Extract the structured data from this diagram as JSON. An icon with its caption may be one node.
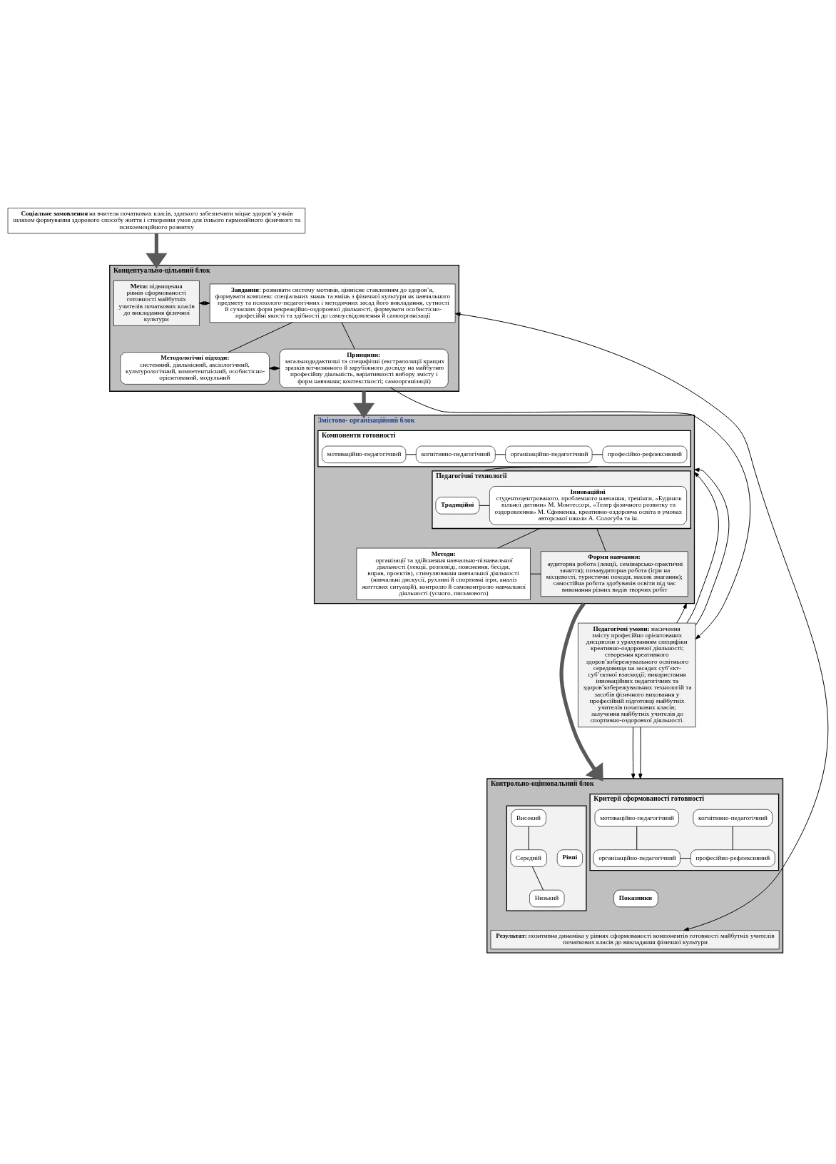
{
  "diagram": {
    "nodes": [
      {
        "text": [
          "**Соціальне замовлення** на вчителя початкових класів, здатного забезпечити міцне здоров’я учнів шляхом формування здорового способу життя і створення умов для їхнього гармонійного фізичного та психоемоційного розвитку"
        ]
      },
      {
        "text": [
          "Концептуально-цільовий блок"
        ]
      },
      {
        "text": [
          "**Мета:** підвищення рівнів сформованості готовності майбутніх учителів початкових класів до викладання фізичної культури"
        ],
        "in": 1
      },
      {
        "text": [
          "**Завдання**: розвивати систему мотивів, ціннісне ставленням до здоров’я, формувати комплекс спеціальних знань та вмінь з фізичної культури як навчального предмету та психолого-педагогічних і методичних засад його викладання, сутності й сучасних форм рекреаційно-оздоровчої діяльності, формувати особистісно-професійні якості та здібності до самоусвідомлення й самоорганізації"
        ],
        "in": 1
      },
      {
        "text": [
          "Методологічні підходи:",
          "системний, діяльнісний, аксіологічний, культурологічний, компетентнісний, особистісно-орієнтований, модульний"
        ],
        "in": 1
      },
      {
        "text": [
          "Принципи:",
          "загальнодидактичні та специфічні (екстраполяції кращих зразків вітчизняного й зарубіжного досвіду на майбутню професійну діяльність, варіативності вибору змісту і форм навчання; контекстності; самоорганізації)"
        ],
        "in": 1
      },
      {
        "text": [
          "Змістово- організаційний блок"
        ]
      },
      {
        "text": [
          "Компоненти готовності"
        ],
        "in": 6
      },
      {
        "text": [
          "мотиваційно-педагогічний"
        ],
        "in": 7
      },
      {
        "text": [
          "когнітивно-педагогічний"
        ],
        "in": 7
      },
      {
        "text": [
          "організаційно-педагогічний"
        ],
        "in": 7
      },
      {
        "text": [
          "професійно-рефлексивний"
        ],
        "in": 7
      },
      {
        "text": [
          "Педагогічні технології"
        ],
        "in": 6
      },
      {
        "text": [
          "Традиційні"
        ],
        "in": 12
      },
      {
        "text": [
          "Інноваційні",
          "студентоцентрованого, проблемного навчання, тренінги, «Будинок вільної дитини» М. Монтессорі, «Театр фізичного розвитку та оздоровлення» М. Єфименка, креативно-оздоровча освіта в умовах авторської школи А. Сологуба та ін."
        ],
        "in": 12
      },
      {
        "text": [
          "Методи:",
          "організації та здійснення навчально-пізнавальної діяльності (лекції, розповіді, пояснення, бесіди, вправ, проєктів), стимулювання навчальної діяльності (навчальні дискусії, рухливі й спортивні ігри, аналіз життєвих ситуацій), контролю й самоконтролю навчальної діяльності (усного, письмового)"
        ],
        "in": 6
      },
      {
        "text": [
          "Форми навчання:",
          "аудиторна робота (лекції, семінарсько-практичні заняття); позааудиторна робота (ігри на місцевості, туристичні походи, масові змагання); самостійна робота здобувачів освіти під час виконання різних видів творчих робіт"
        ],
        "in": 6
      },
      {
        "text": [
          "Контрольно-оцінювальний блок"
        ]
      },
      {
        "text": [
          "Критерії сформованості готовності"
        ],
        "in": 17
      },
      {
        "text": [
          "мотиваційно-педагогічний"
        ],
        "in": 18
      },
      {
        "text": [
          "когнітивно-педагогічний"
        ],
        "in": 18
      },
      {
        "text": [
          "організаційно-педагогічний"
        ],
        "in": 18
      },
      {
        "text": [
          "професійно-рефлексивний"
        ],
        "in": 18
      },
      {
        "text": [
          "Показники"
        ],
        "in": 17
      },
      {
        "text": [],
        "shape": "box",
        "in": 17
      },
      {
        "text": [
          "Рівні"
        ],
        "in": 24
      },
      {
        "text": [
          "Високий"
        ],
        "in": 24
      },
      {
        "text": [
          "Середній"
        ],
        "in": 24
      },
      {
        "text": [
          "Низький"
        ],
        "in": 24
      },
      {
        "text": [
          "**Результат:** позитивна динаміка у рівнях сформованості компонентів готовності майбутніх учителів початкових класів до викладання фізичної культури"
        ],
        "in": 17
      },
      {
        "text": [
          "**Педагогічні умови:** насичення змісту професійно орієнтованих дисциплін з урахуванням специфіки креативно-оздоровчої діяльності; створення креативного здоров’язбережувального освітнього середовища на засадах суб’єкт-суб’єктної взаємодії; використання інноваційних педагогічних та здоров’язбережувальних технологій та засобів фізичного виховання у професійній підготовці майбутніх учителів початкових класів; залучення майбутніх учителів до спортивно-оздоровчої діяльності."
        ]
      }
    ],
    "edges": [
      {
        "from": 0,
        "to": 1,
        "arrow": "to",
        "style": "thick"
      },
      {
        "from": 2,
        "to": 3,
        "arrow": "both"
      },
      {
        "from": 3,
        "to": 4,
        "arrow": "none"
      },
      {
        "from": 3,
        "to": 5,
        "arrow": "none"
      },
      {
        "from": 4,
        "to": 5,
        "arrow": "both"
      },
      {
        "from": 5,
        "to": 30,
        "arrow": "to"
      },
      {
        "from": 3,
        "to": 29,
        "arrow": "both"
      },
      {
        "from": 1,
        "to": 6,
        "arrow": "to",
        "style": "thick"
      },
      {
        "from": 8,
        "to": 9,
        "arrow": "none"
      },
      {
        "from": 9,
        "to": 10,
        "arrow": "none"
      },
      {
        "from": 10,
        "to": 11,
        "arrow": "none"
      },
      {
        "from": 7,
        "to": 12,
        "arrow": "none"
      },
      {
        "from": 13,
        "to": 14,
        "arrow": "none"
      },
      {
        "from": 12,
        "to": 15,
        "arrow": "none"
      },
      {
        "from": 12,
        "to": 16,
        "arrow": "none"
      },
      {
        "from": 15,
        "to": 16,
        "arrow": "none"
      },
      {
        "from": 30,
        "to": 6,
        "arrow": "to"
      },
      {
        "from": 30,
        "to": 6,
        "arrow": "to"
      },
      {
        "from": 30,
        "to": 6,
        "arrow": "to"
      },
      {
        "from": 6,
        "to": 17,
        "arrow": "to",
        "style": "thick"
      },
      {
        "from": 19,
        "to": 21,
        "arrow": "none"
      },
      {
        "from": 20,
        "to": 22,
        "arrow": "none"
      },
      {
        "from": 21,
        "to": 22,
        "arrow": "none"
      },
      {
        "from": 26,
        "to": 27,
        "arrow": "none"
      },
      {
        "from": 27,
        "to": 28,
        "arrow": "none"
      },
      {
        "from": 30,
        "to": 17,
        "arrow": "to"
      },
      {
        "from": 30,
        "to": 17,
        "arrow": "to"
      }
    ]
  }
}
